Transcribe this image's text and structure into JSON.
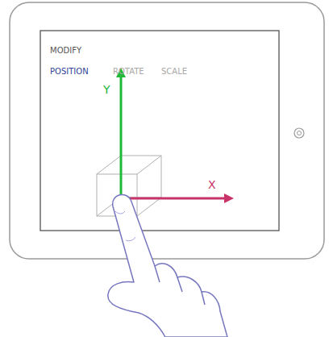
{
  "diagram": {
    "labels": [
      "MODIFY",
      "POSITION",
      "ROTATE",
      "SCALE",
      "Y",
      "X"
    ]
  }
}
